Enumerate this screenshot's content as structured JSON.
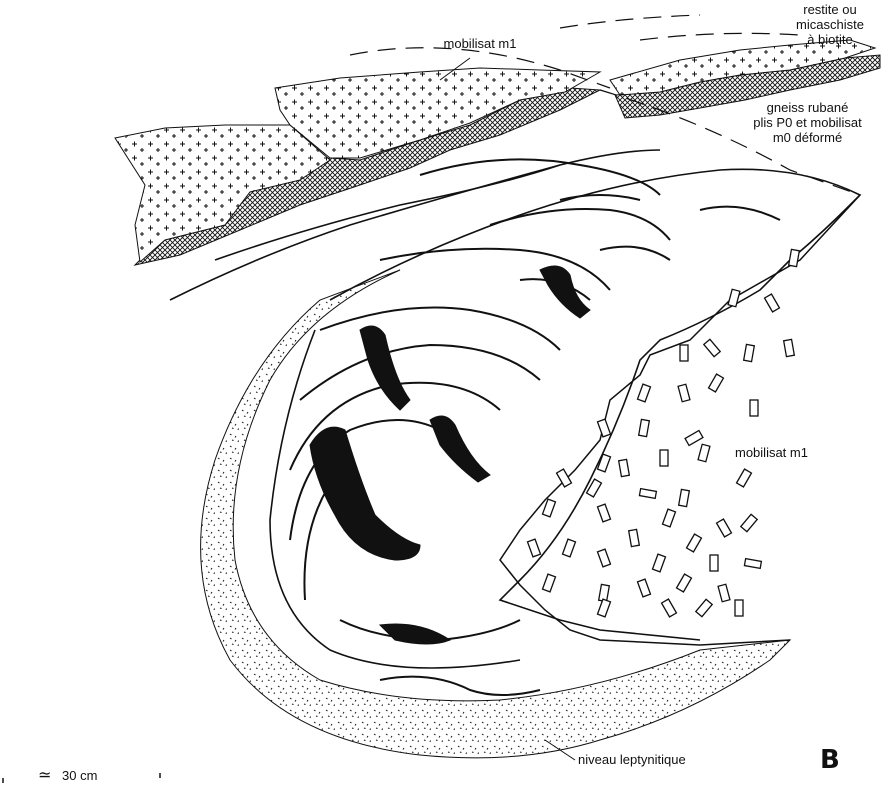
{
  "labels": {
    "mobilisat_top": "mobilisat m1",
    "restite": [
      "restite ou",
      "micaschiste",
      "à biotite"
    ],
    "gneiss": [
      "gneiss rubané",
      "plis P0 et mobilisat",
      "m0 déformé"
    ],
    "mobilisat_right": "mobilisat m1",
    "niveau": "niveau leptynitique",
    "panel": "B",
    "scale_sym": "≃",
    "scale_val": "30 cm"
  },
  "colors": {
    "ink": "#111111",
    "paper": "#ffffff"
  }
}
